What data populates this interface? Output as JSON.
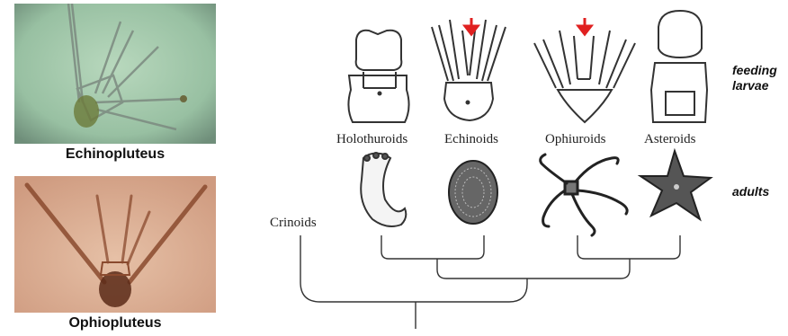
{
  "photos": [
    {
      "caption": "Echinopluteus",
      "background": "#9fc4a8"
    },
    {
      "caption": "Ophiopluteus",
      "background": "#d9a98c"
    }
  ],
  "taxa": {
    "holothuroids": "Holothuroids",
    "echinoids": "Echinoids",
    "ophiuroids": "Ophiuroids",
    "asteroids": "Asteroids",
    "crinoids": "Crinoids"
  },
  "side_labels": {
    "feeding_line1": "feeding",
    "feeding_line2": "larvae",
    "adults": "adults"
  },
  "colors": {
    "arrow": "#e02020",
    "line": "#333333"
  }
}
